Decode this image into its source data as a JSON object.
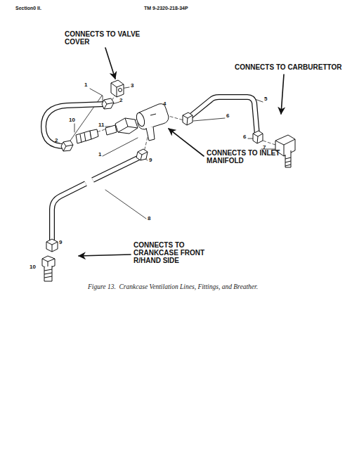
{
  "diagram": {
    "caption": "Figure 13.  Crankcase Ventilation Lines, Fittings, and Breather.",
    "labels": [
      "Section0 II.",
      "TM 9-2320-218-34P",
      "CONNECTS TO VALVE COVER",
      "CONNECTS TO CARBURETTOR",
      "1",
      "3",
      "2",
      "4",
      "5",
      "6",
      "10",
      "11",
      "6",
      "2",
      "7",
      "CONNECTS TO INLET MANIFOLD",
      "1",
      "9",
      "8",
      "CONNECTS TO CRANKCASE FRONT R/HAND SIDE",
      "9",
      "10"
    ]
  }
}
